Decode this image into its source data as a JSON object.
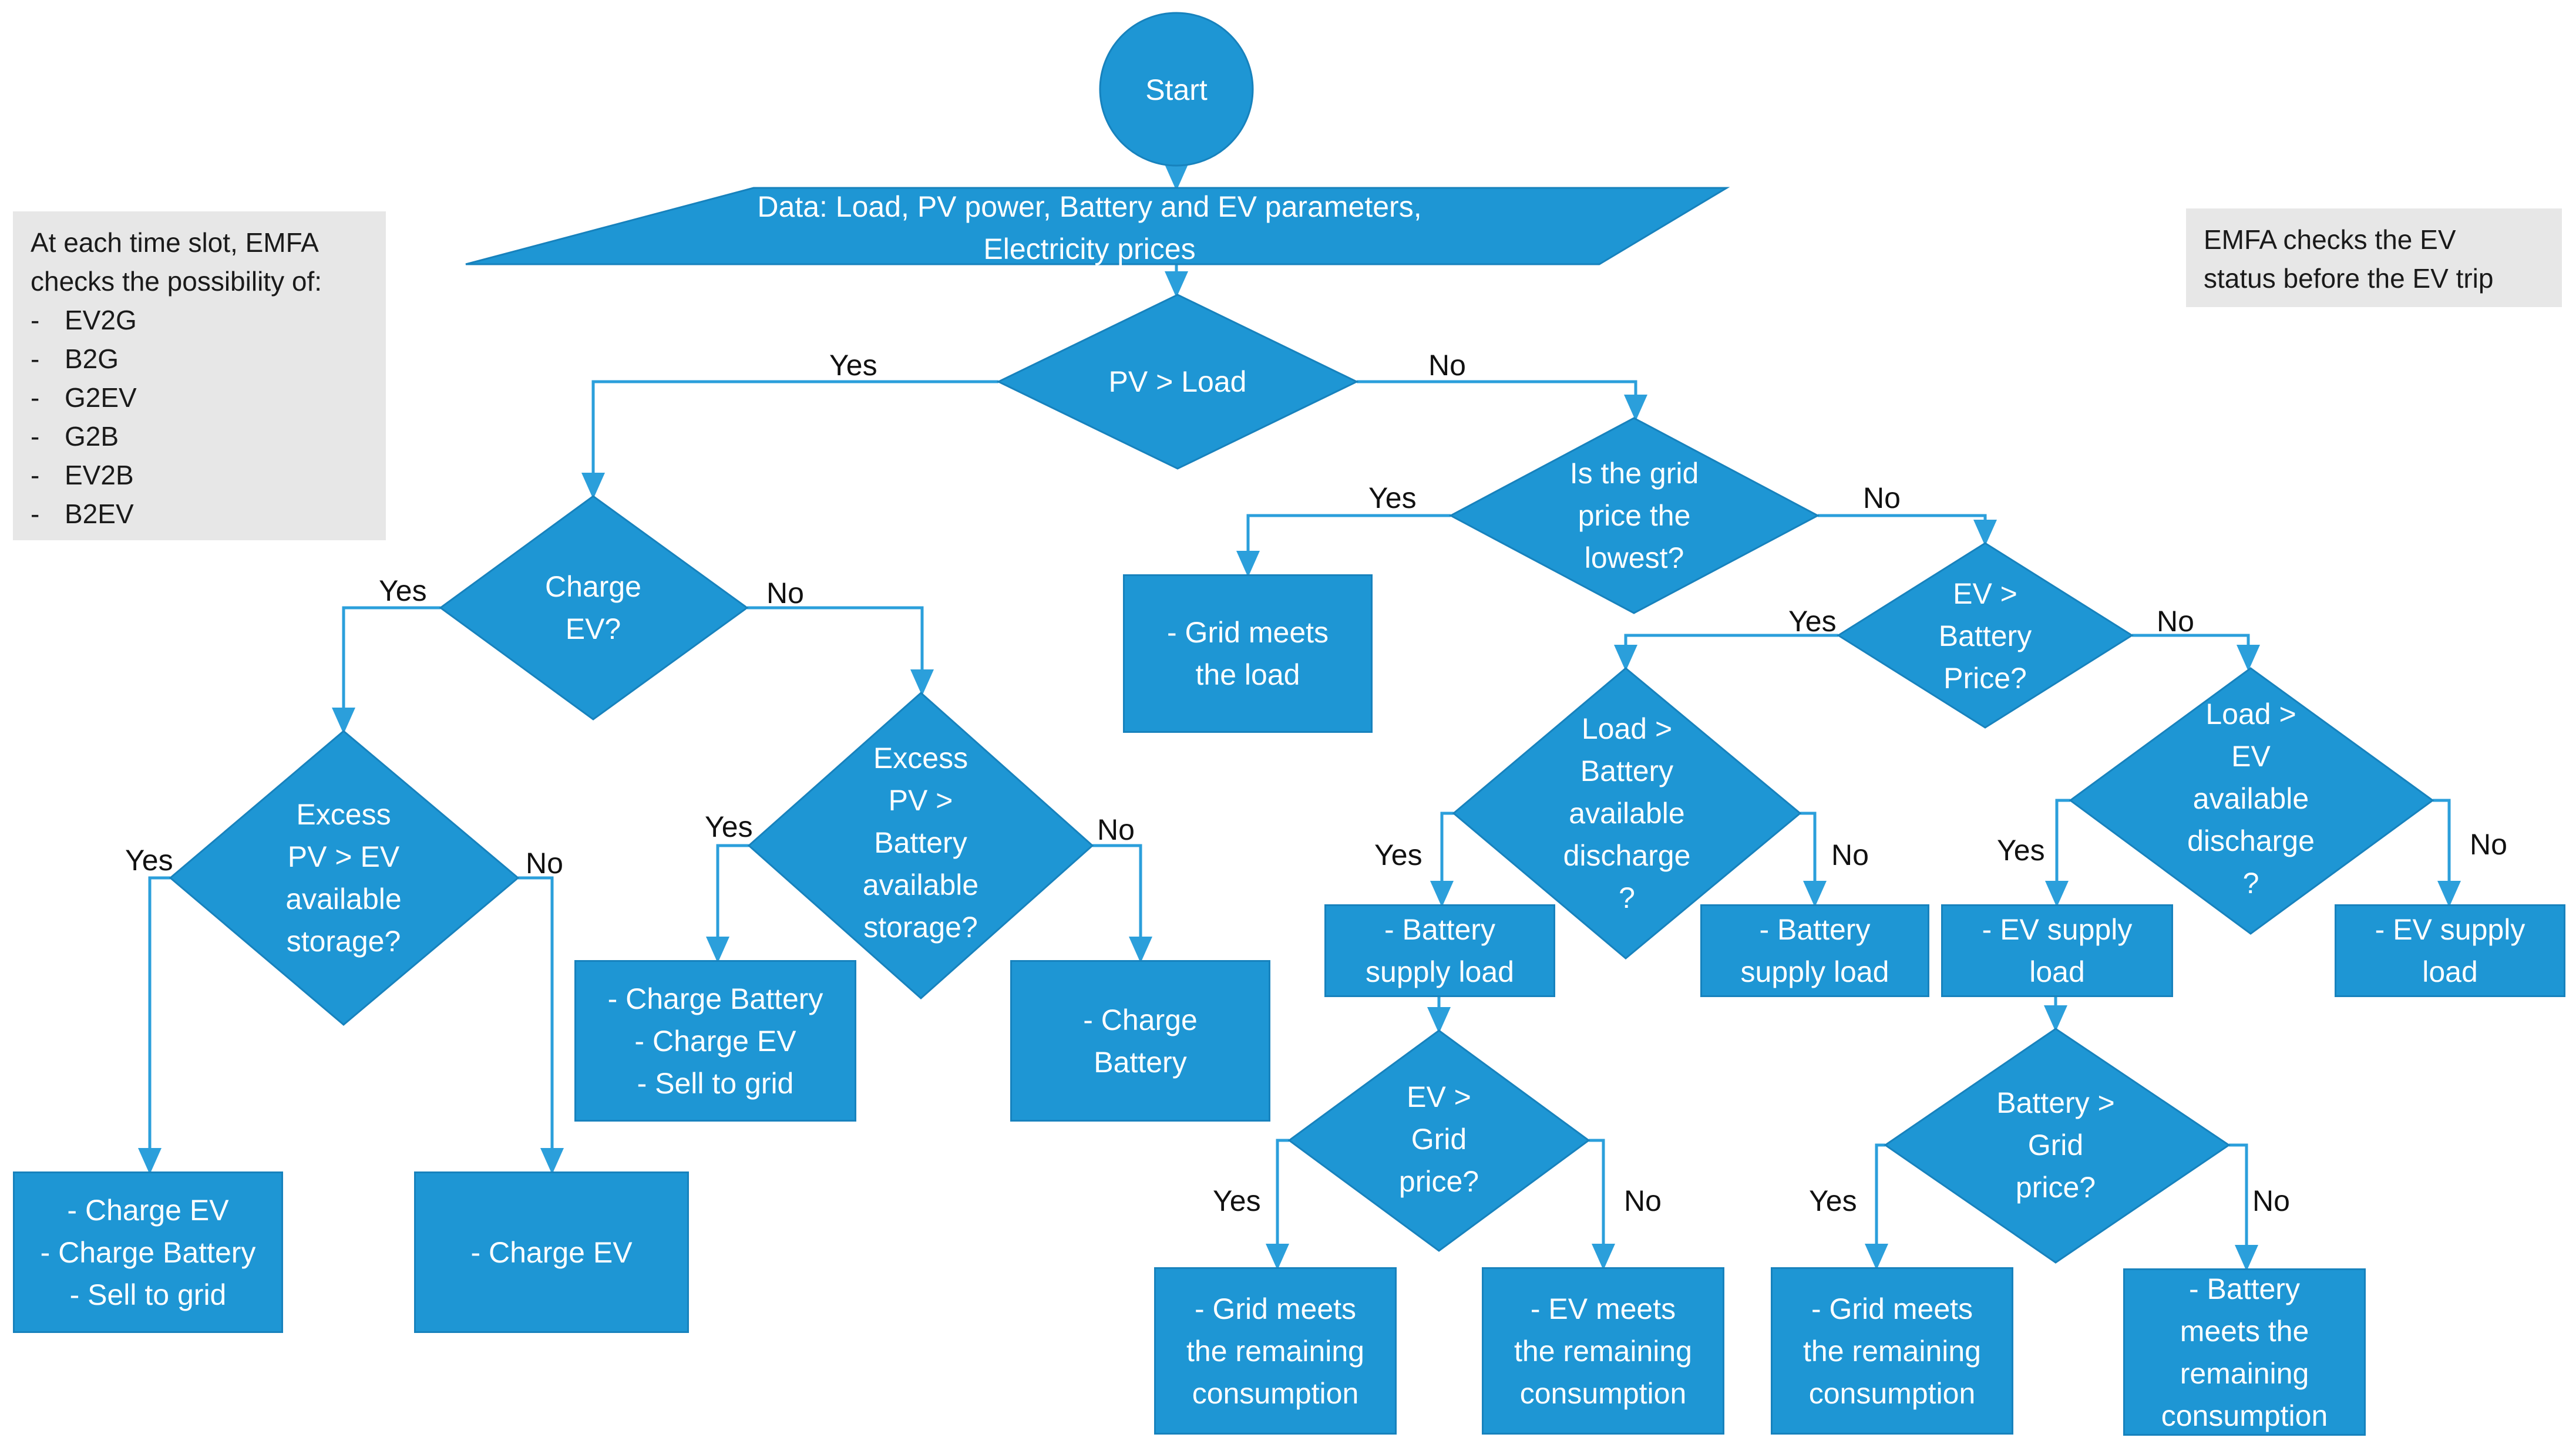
{
  "colors": {
    "shape_fill": "#1e96d4",
    "shape_border": "#1782bd",
    "connector": "#2b9fdb",
    "note_bg": "#e7e7e7"
  },
  "notes": {
    "left": {
      "lines": [
        "At each time slot, EMFA",
        "checks the possibility of:"
      ],
      "bullets": [
        "EV2G",
        "B2G",
        "G2EV",
        "G2B",
        "EV2B",
        "B2EV"
      ],
      "dash": "-"
    },
    "right": {
      "lines": [
        "EMFA checks the EV",
        "status before the EV trip"
      ]
    }
  },
  "nodes": {
    "start": [
      "Start"
    ],
    "data": [
      "Data: Load, PV power, Battery and EV parameters,",
      "Electricity prices"
    ],
    "pv_load": [
      "PV > Load"
    ],
    "grid_lowest": [
      "Is the grid",
      "price the",
      "lowest?"
    ],
    "grid_meets_load": [
      "- Grid meets",
      "the load"
    ],
    "ev_battery_price": [
      "EV >",
      "Battery",
      "Price?"
    ],
    "charge_ev_q": [
      "Charge",
      "EV?"
    ],
    "excess_pv_ev": [
      "Excess",
      "PV > EV",
      "available",
      "storage?"
    ],
    "excess_pv_battery": [
      "Excess",
      "PV >",
      "Battery",
      "available",
      "storage?"
    ],
    "load_battery": [
      "Load >",
      "Battery",
      "available",
      "discharge",
      "?"
    ],
    "load_ev": [
      "Load >",
      "EV",
      "available",
      "discharge",
      "?"
    ],
    "charge_all_1": [
      "- Charge EV",
      "- Charge Battery",
      "- Sell to grid"
    ],
    "charge_ev_only": [
      "- Charge EV"
    ],
    "charge_all_2": [
      "- Charge Battery",
      "- Charge EV",
      "- Sell to grid"
    ],
    "charge_battery": [
      "- Charge",
      "Battery"
    ],
    "battery_supply_1": [
      "- Battery",
      "supply load"
    ],
    "battery_supply_2": [
      "- Battery",
      "supply load"
    ],
    "ev_supply_1": [
      "- EV supply",
      "load"
    ],
    "ev_supply_2": [
      "- EV supply",
      "load"
    ],
    "ev_grid_price": [
      "EV >",
      "Grid",
      "price?"
    ],
    "battery_grid_price": [
      "Battery >",
      "Grid",
      "price?"
    ],
    "grid_remaining_1": [
      "- Grid meets",
      "the remaining",
      "consumption"
    ],
    "ev_remaining": [
      "- EV meets",
      "the remaining",
      "consumption"
    ],
    "grid_remaining_2": [
      "- Grid meets",
      "the remaining",
      "consumption"
    ],
    "battery_remaining": [
      "- Battery",
      "meets the",
      "remaining",
      "consumption"
    ]
  },
  "edge_labels": {
    "pv_yes": "Yes",
    "pv_no": "No",
    "grid_yes": "Yes",
    "grid_no": "No",
    "charge_yes": "Yes",
    "charge_no": "No",
    "evbp_yes": "Yes",
    "evbp_no": "No",
    "exev_yes": "Yes",
    "exev_no": "No",
    "exbat_yes": "Yes",
    "exbat_no": "No",
    "lb_yes": "Yes",
    "lb_no": "No",
    "le_yes": "Yes",
    "le_no": "No",
    "evg_yes": "Yes",
    "evg_no": "No",
    "bg_yes": "Yes",
    "bg_no": "No"
  }
}
